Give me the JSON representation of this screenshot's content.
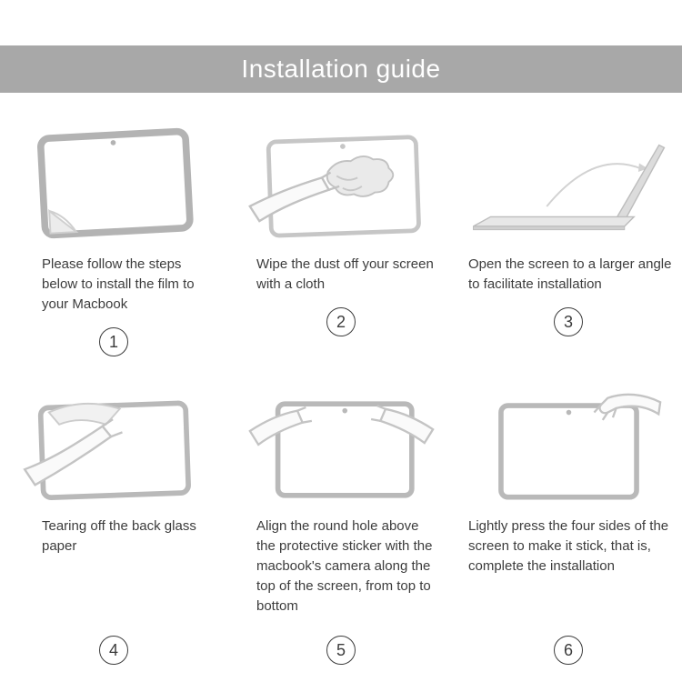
{
  "header": {
    "title": "Installation guide",
    "bg_color": "#a8a8a8",
    "text_color": "#ffffff"
  },
  "art_colors": {
    "line_gray": "#bdbdbd",
    "device_border_gray": "#b3b3b3",
    "fill_light": "#ececec"
  },
  "steps": [
    {
      "number": "1",
      "icon": "macbook-screen-film-peel-icon",
      "caption": "Please follow the steps below to install the film to your Macbook"
    },
    {
      "number": "2",
      "icon": "hands-wiping-screen-cloth-icon",
      "caption": "Wipe the dust off your screen with a cloth"
    },
    {
      "number": "3",
      "icon": "laptop-opened-wide-angle-icon",
      "caption": "Open the screen to a larger angle to facilitate installation"
    },
    {
      "number": "4",
      "icon": "hands-tearing-backing-paper-icon",
      "caption": "Tearing off the back glass paper"
    },
    {
      "number": "5",
      "icon": "hands-aligning-film-on-screen-icon",
      "caption": "Align the round hole above the protective sticker with the macbook's camera along the top of the screen, from top to bottom"
    },
    {
      "number": "6",
      "icon": "hand-pressing-screen-sides-icon",
      "caption": "Lightly press the four sides of the screen to make it stick, that is, complete the installation"
    }
  ]
}
